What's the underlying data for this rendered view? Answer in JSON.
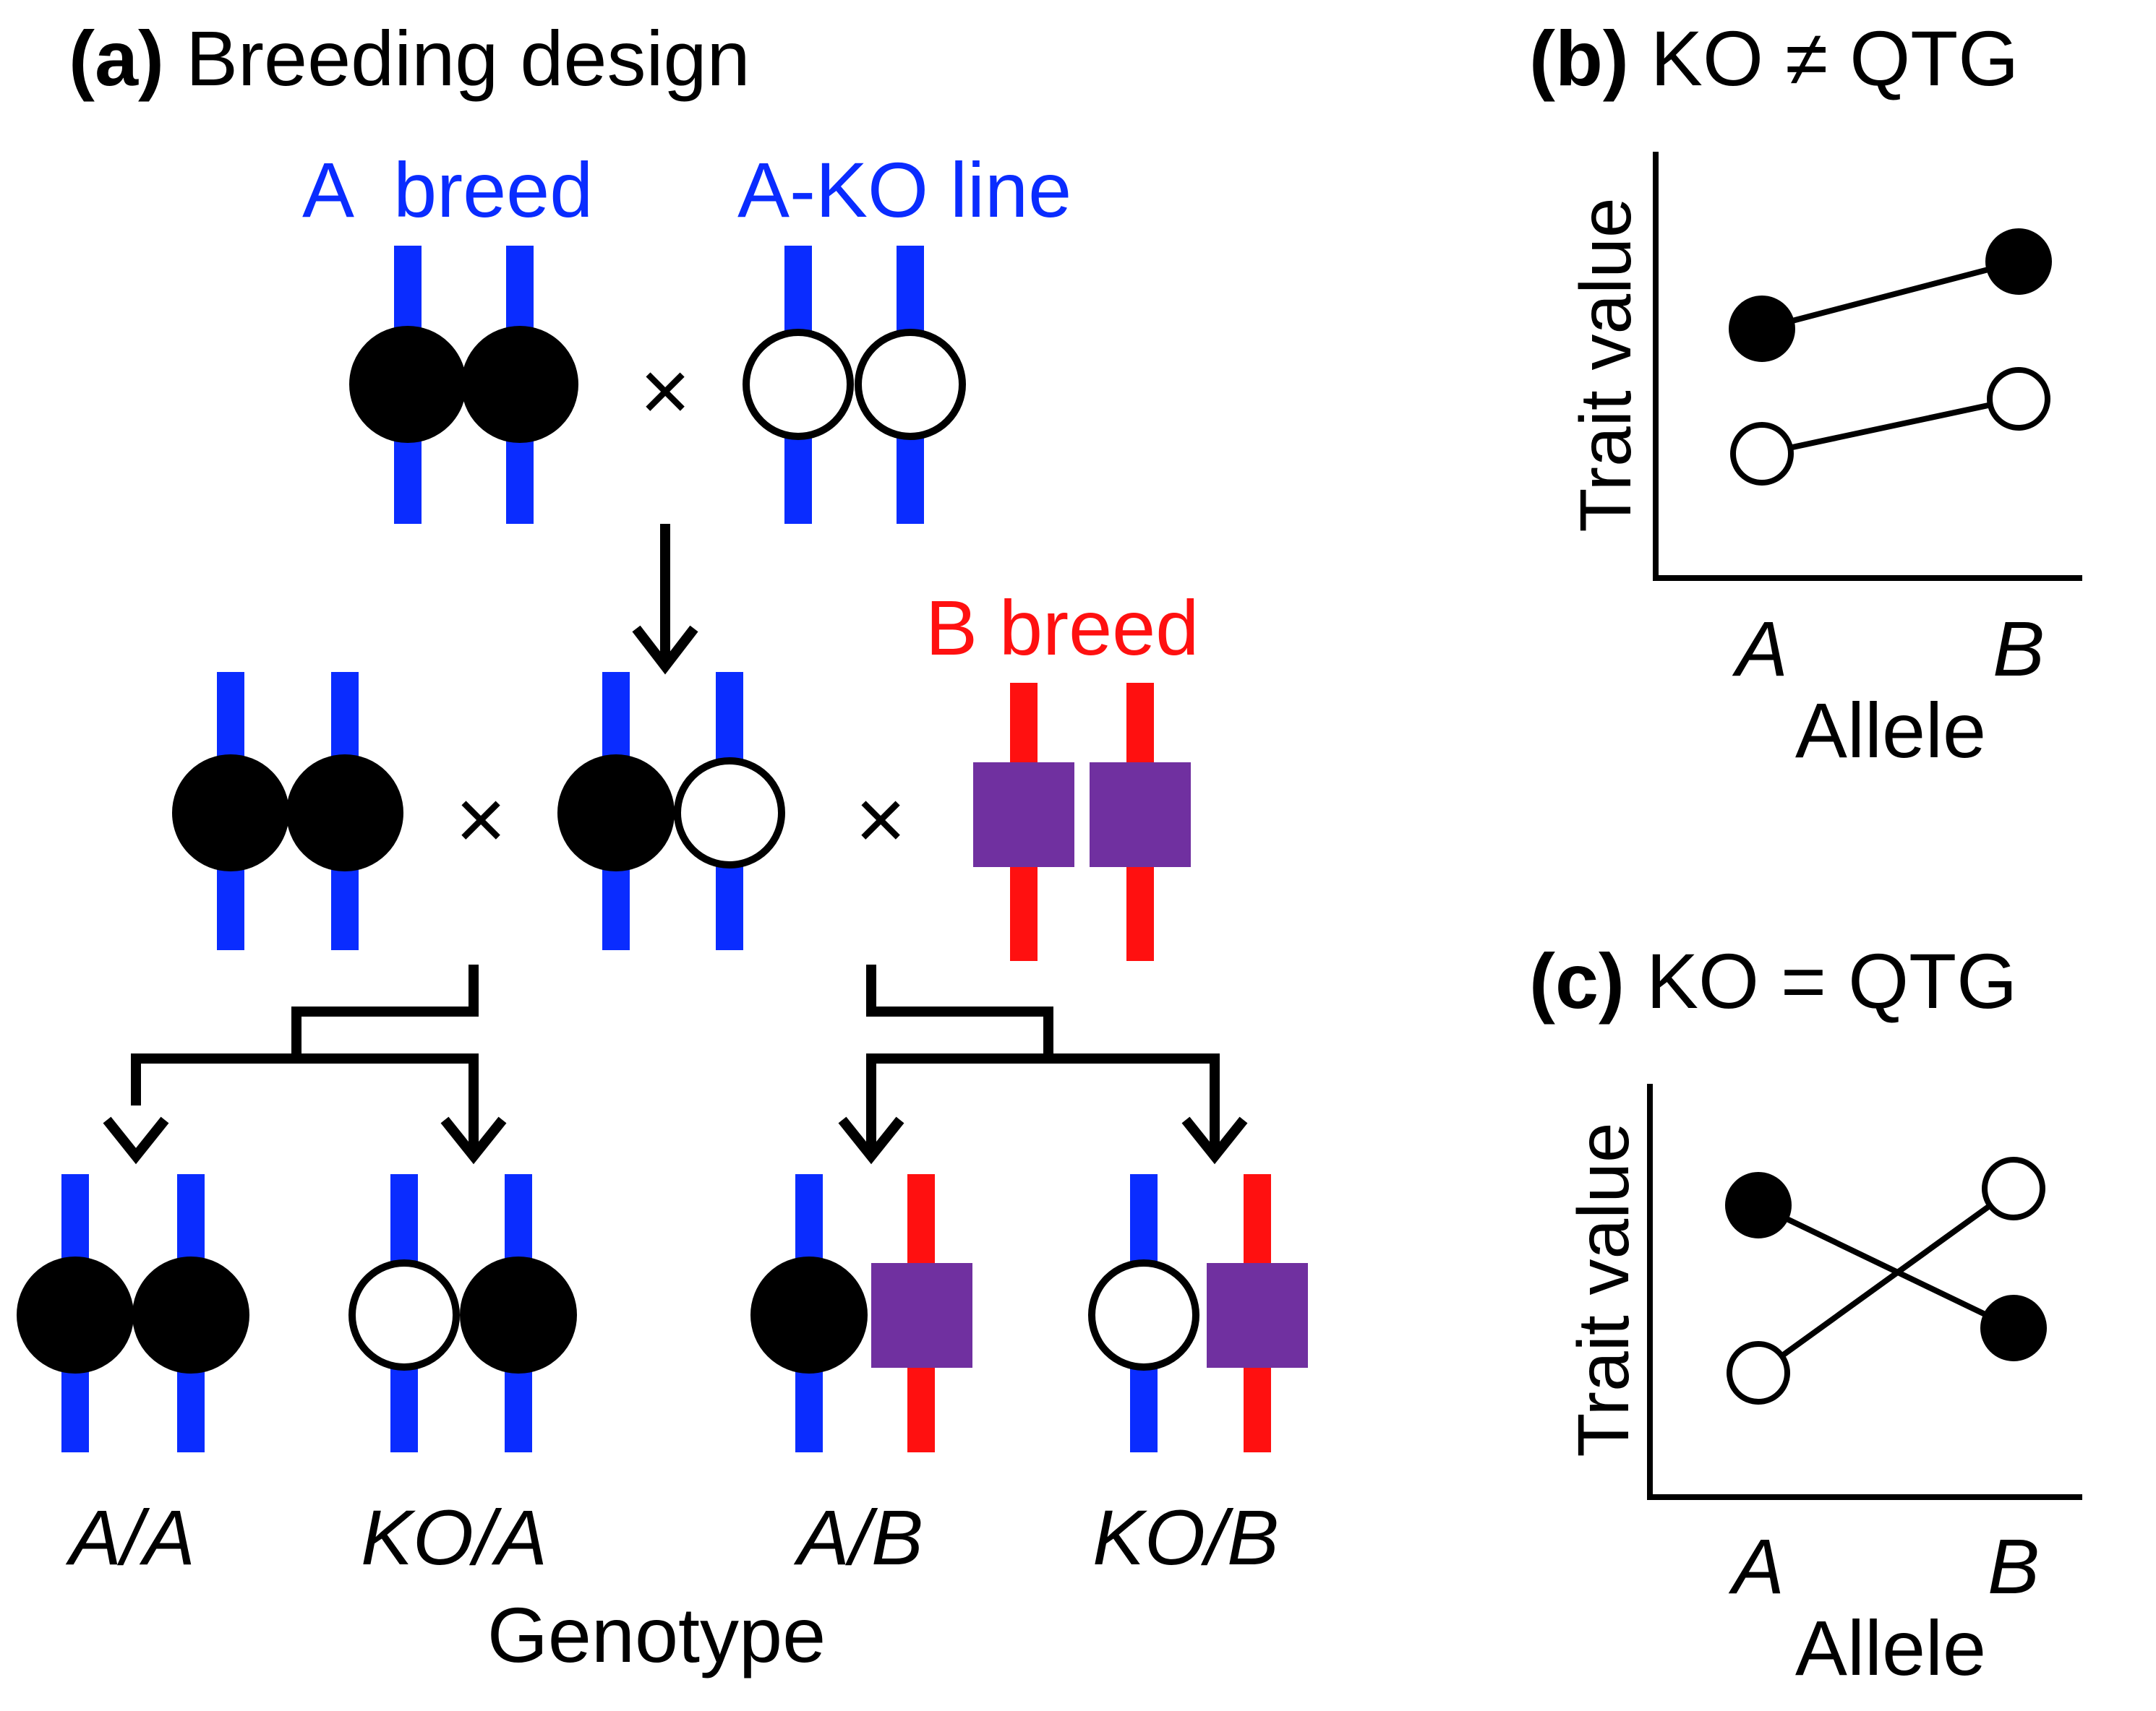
{
  "colors": {
    "blue": "#0a2cff",
    "red": "#ff1010",
    "purple": "#7030a0",
    "black": "#000000",
    "white": "#ffffff"
  },
  "panel_a": {
    "tag": "(a)",
    "title": "Breeding design",
    "a_breed_label": "A  breed",
    "ako_line_label": "A-KO line",
    "b_breed_label": "B breed",
    "cross_symbol": "×",
    "genotypes": [
      "A/A",
      "KO/A",
      "A/B",
      "KO/B"
    ],
    "genotype_axis_label": "Genotype"
  },
  "panel_b": {
    "tag": "(b)",
    "title": "KO ≠ QTG",
    "ylabel": "Trait value",
    "xlabel": "Allele",
    "ticks": [
      "A",
      "B"
    ]
  },
  "panel_c": {
    "tag": "(c)",
    "title": "KO = QTG",
    "ylabel": "Trait value",
    "xlabel": "Allele",
    "ticks": [
      "A",
      "B"
    ]
  }
}
